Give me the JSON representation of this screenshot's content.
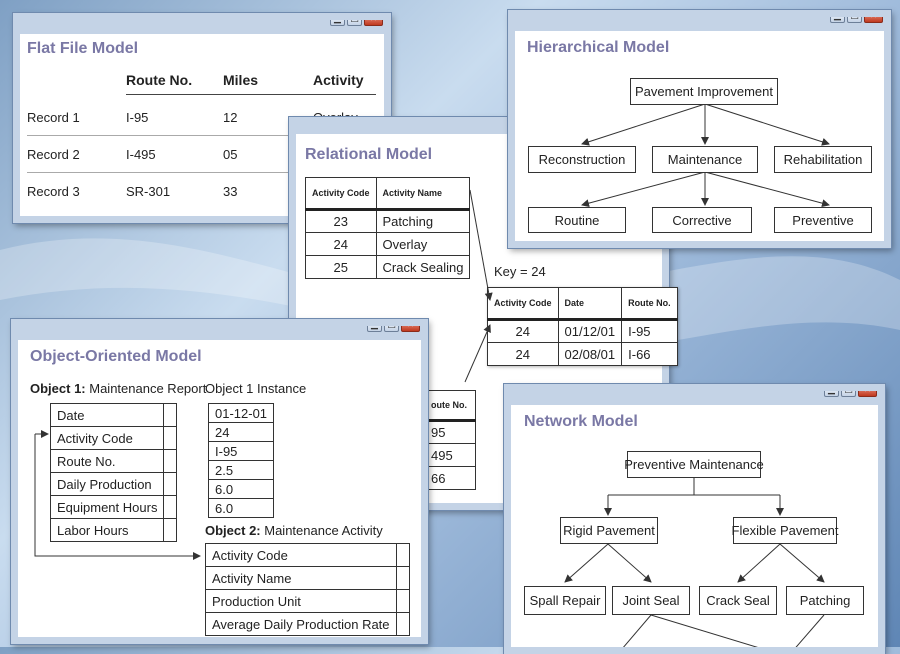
{
  "flat": {
    "title": "Flat File Model",
    "headers": [
      "Route No.",
      "Miles",
      "Activity"
    ],
    "rows": [
      {
        "record": "Record 1",
        "route": "I-95",
        "miles": "12",
        "activity": "Overlay"
      },
      {
        "record": "Record 2",
        "route": "I-495",
        "miles": "05",
        "activity": ""
      },
      {
        "record": "Record 3",
        "route": "SR-301",
        "miles": "33",
        "activity": ""
      }
    ]
  },
  "relational": {
    "title": "Relational Model",
    "table1": {
      "headers": [
        "Activity Code",
        "Activity Name"
      ],
      "rows": [
        [
          "23",
          "Patching"
        ],
        [
          "24",
          "Overlay"
        ],
        [
          "25",
          "Crack Sealing"
        ]
      ]
    },
    "key": "Key = 24",
    "table2": {
      "headers": [
        "Activity Code",
        "Date",
        "Route No."
      ],
      "rows": [
        [
          "24",
          "01/12/01",
          "I-95"
        ],
        [
          "24",
          "02/08/01",
          "I-66"
        ]
      ]
    },
    "partial": {
      "header": "oute No.",
      "rows": [
        "95",
        "495",
        "66"
      ]
    }
  },
  "hierarchical": {
    "title": "Hierarchical Model",
    "root": "Pavement Improvement",
    "level1": [
      "Reconstruction",
      "Maintenance",
      "Rehabilitation"
    ],
    "level2": [
      "Routine",
      "Corrective",
      "Preventive"
    ]
  },
  "object": {
    "title": "Object-Oriented Model",
    "obj1_bold": "Object 1:",
    "obj1_name": "Maintenance Report",
    "instance_label": "Object 1 Instance",
    "fields": [
      "Date",
      "Activity Code",
      "Route No.",
      "Daily Production",
      "Equipment Hours",
      "Labor Hours"
    ],
    "values": [
      "01-12-01",
      "24",
      "I-95",
      "2.5",
      "6.0",
      "6.0"
    ],
    "obj2_bold": "Object 2:",
    "obj2_name": "Maintenance Activity",
    "obj2_fields": [
      "Activity Code",
      "Activity Name",
      "Production Unit",
      "Average Daily Production Rate"
    ]
  },
  "network": {
    "title": "Network Model",
    "root": "Preventive Maintenance",
    "level1": [
      "Rigid Pavement",
      "Flexible Pavement"
    ],
    "level2": [
      "Spall Repair",
      "Joint Seal",
      "Crack Seal",
      "Patching"
    ]
  }
}
